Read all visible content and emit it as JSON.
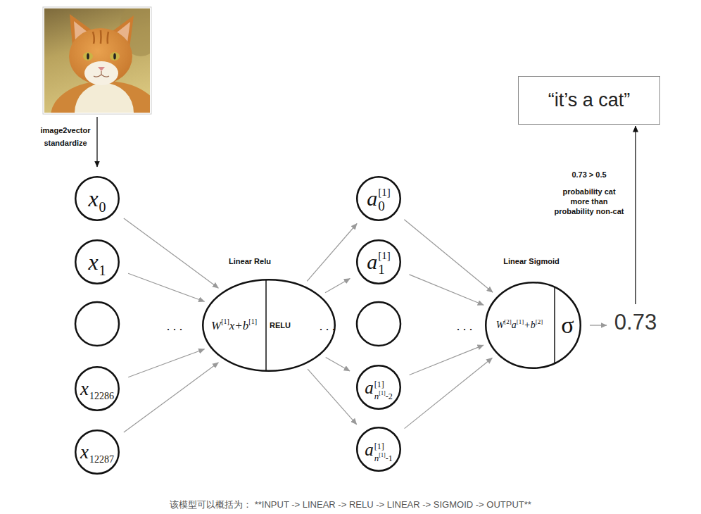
{
  "diagram": {
    "caption": "该模型可以概括为： **INPUT -> LINEAR -> RELU -> LINEAR -> SIGMOID -> OUTPUT**",
    "nodes": [
      {
        "text": [
          "x",
          "0"
        ]
      },
      {
        "text": [
          "x",
          "1"
        ]
      },
      {
        "text": [
          "x",
          "12286"
        ]
      },
      {
        "text": [
          "x",
          "12287"
        ]
      },
      {
        "text": [
          "Linear Relu",
          "W",
          "[1]",
          "x+b",
          "[1]",
          "RELU"
        ]
      },
      {
        "text": [
          "a",
          "[1]",
          "0"
        ]
      },
      {
        "text": [
          "a",
          "[1]",
          "1"
        ]
      },
      {
        "text": [
          "a",
          "[1]",
          "n",
          "[1]",
          "-2"
        ]
      },
      {
        "text": [
          "a",
          "[1]",
          "n",
          "[1]",
          "-1"
        ]
      },
      {
        "text": [
          "Linear Sigmoid",
          "W",
          "[2]",
          "a",
          "[1]",
          "+b",
          "[2]",
          "σ"
        ]
      },
      {
        "text": [
          "“it’s a cat”"
        ]
      }
    ],
    "edges": [
      {
        "from": 0,
        "to": 4,
        "arrow": "to"
      },
      {
        "from": 1,
        "to": 4,
        "arrow": "to"
      },
      {
        "from": 2,
        "to": 4,
        "arrow": "to"
      },
      {
        "from": 3,
        "to": 4,
        "arrow": "to"
      },
      {
        "from": 4,
        "to": 5,
        "arrow": "to"
      },
      {
        "from": 4,
        "to": 6,
        "arrow": "to"
      },
      {
        "from": 4,
        "to": 7,
        "arrow": "to"
      },
      {
        "from": 4,
        "to": 8,
        "arrow": "to"
      },
      {
        "from": 5,
        "to": 9,
        "arrow": "to"
      },
      {
        "from": 6,
        "to": 9,
        "arrow": "to"
      },
      {
        "from": 7,
        "to": 9,
        "arrow": "to"
      },
      {
        "from": 8,
        "to": 9,
        "arrow": "to"
      }
    ],
    "labels": [
      "image2vector standardize",
      "...",
      "...",
      "...",
      "0.73",
      "0.73 > 0.5",
      "probability cat more than probability non-cat"
    ]
  }
}
